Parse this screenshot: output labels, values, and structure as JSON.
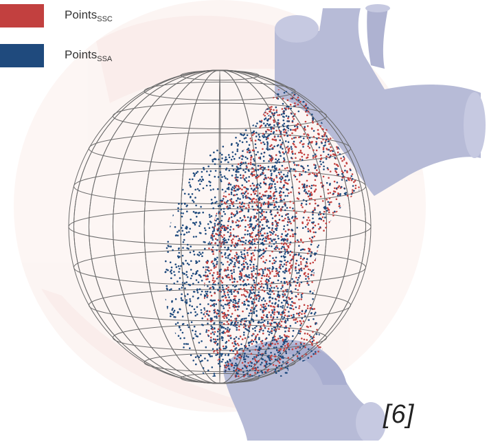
{
  "legend": {
    "items": [
      {
        "label": "Points",
        "subscript": "SSC",
        "color": "#c2403f"
      },
      {
        "label": "Points",
        "subscript": "SSA",
        "color": "#1f4a7d"
      }
    ]
  },
  "citation": "[6]",
  "colors": {
    "vessel": "#b7bbd7",
    "vessel_shade": "#9ea3c6",
    "wireframe": "#6a6a6a",
    "points_ssc": "#c2403f",
    "points_ssa": "#1f4a7d",
    "watermark": "#f3d9d4"
  }
}
